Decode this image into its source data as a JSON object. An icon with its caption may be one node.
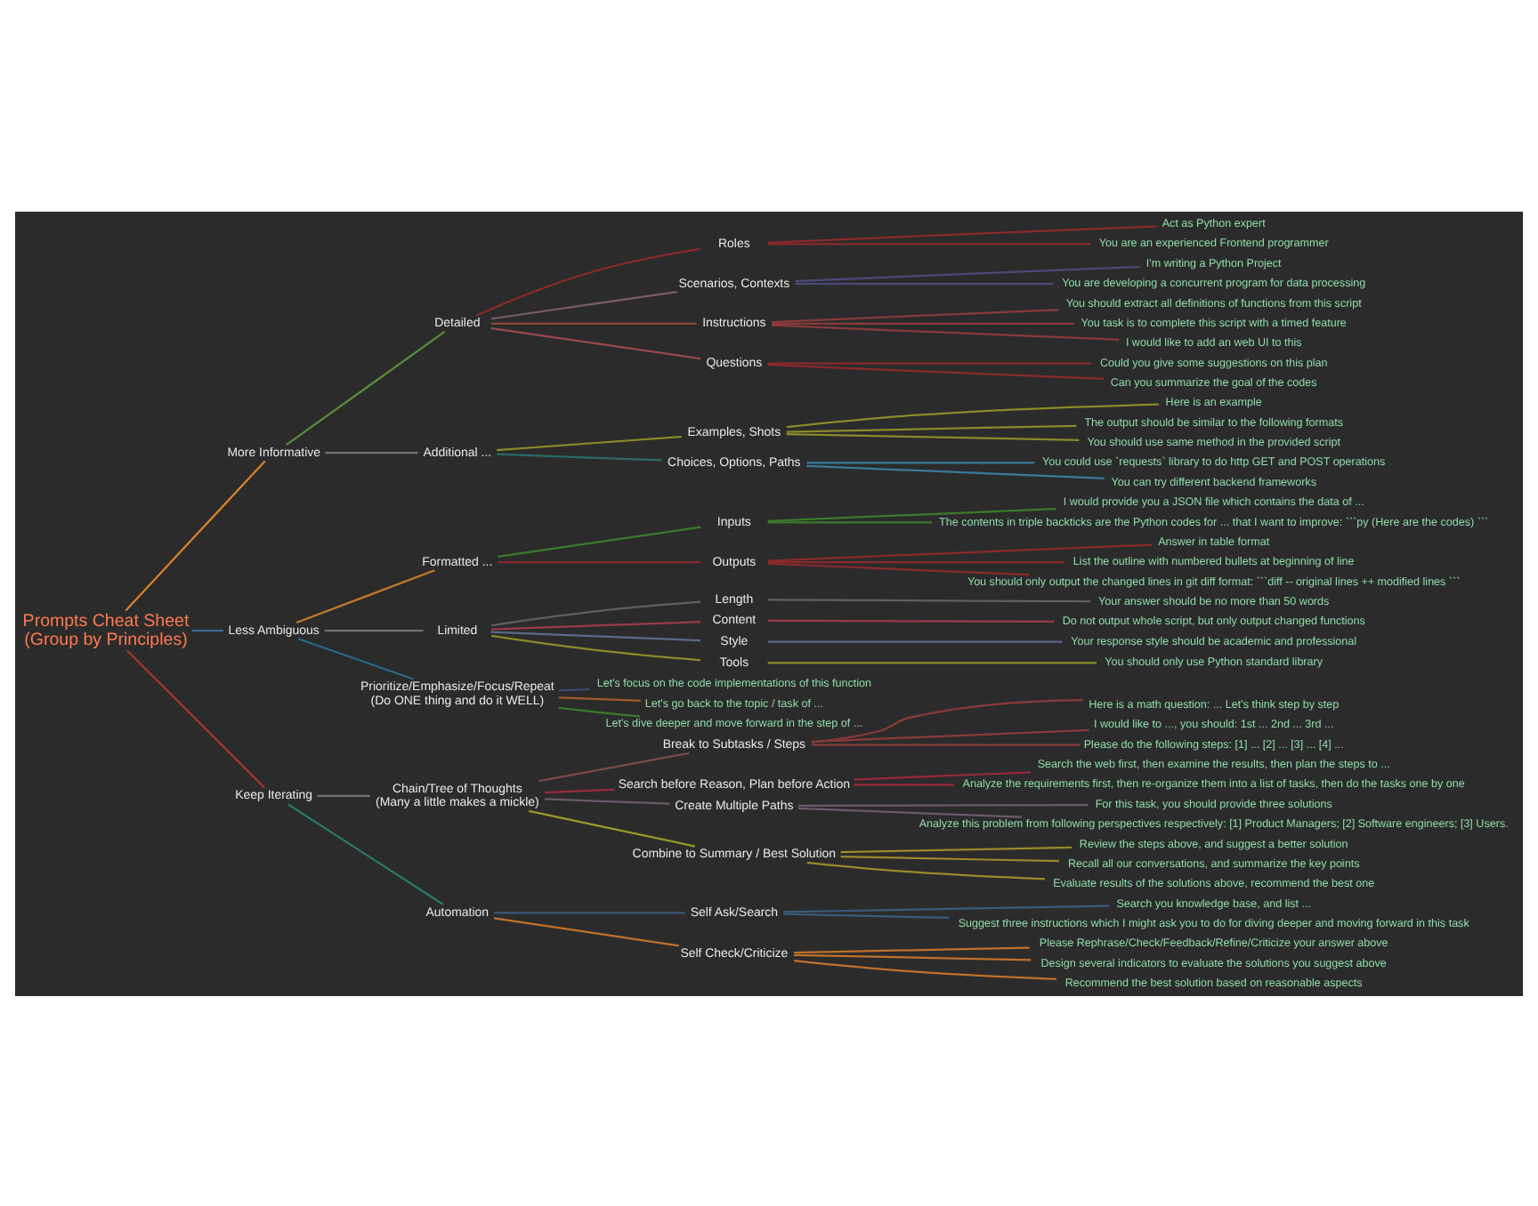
{
  "diagram": {
    "nodes": [
      {
        "text": [
          "Prompts Cheat Sheet",
          "(Group by Principles)"
        ]
      },
      {
        "text": [
          "More Informative"
        ]
      },
      {
        "text": [
          "Detailed"
        ]
      },
      {
        "text": [
          "Roles"
        ]
      },
      {
        "text": [
          "Act as Python expert"
        ]
      },
      {
        "text": [
          "You are an experienced Frontend programmer"
        ]
      },
      {
        "text": [
          "Scenarios, Contexts"
        ]
      },
      {
        "text": [
          "I'm writing a Python Project"
        ]
      },
      {
        "text": [
          "You are developing a concurrent program for data processing"
        ]
      },
      {
        "text": [
          "Instructions"
        ]
      },
      {
        "text": [
          "You should extract all definitions of functions from this script"
        ]
      },
      {
        "text": [
          "You task is to complete this script with a timed feature"
        ]
      },
      {
        "text": [
          "I would like to add an web UI to this"
        ]
      },
      {
        "text": [
          "Questions"
        ]
      },
      {
        "text": [
          "Could you give some suggestions on this plan"
        ]
      },
      {
        "text": [
          "Can you summarize the goal of the codes"
        ]
      },
      {
        "text": [
          "Additional ..."
        ]
      },
      {
        "text": [
          "Examples, Shots"
        ]
      },
      {
        "text": [
          "Here is an example"
        ]
      },
      {
        "text": [
          "The output should be similar to the following formats"
        ]
      },
      {
        "text": [
          "You should use same method in the provided script"
        ]
      },
      {
        "text": [
          "Choices, Options, Paths"
        ]
      },
      {
        "text": [
          "You could use `requests` library to do http GET and POST operations"
        ]
      },
      {
        "text": [
          "You can try different backend frameworks"
        ]
      },
      {
        "text": [
          "Less Ambiguous"
        ]
      },
      {
        "text": [
          "Formatted ..."
        ]
      },
      {
        "text": [
          "Inputs"
        ]
      },
      {
        "text": [
          "I would provide you a JSON file which contains the data of ..."
        ]
      },
      {
        "text": [
          "The contents in triple backticks are the Python codes for ... that I want to improve: ```py (Here are the codes) ```"
        ]
      },
      {
        "text": [
          "Outputs"
        ]
      },
      {
        "text": [
          "Answer in table format"
        ]
      },
      {
        "text": [
          "List the outline with numbered bullets at beginning of line"
        ]
      },
      {
        "text": [
          "You should only output the changed lines in git diff format: ```diff -- original lines ++ modified lines ```"
        ]
      },
      {
        "text": [
          "Limited"
        ]
      },
      {
        "text": [
          "Length"
        ]
      },
      {
        "text": [
          "Your answer should be no more than 50 words"
        ]
      },
      {
        "text": [
          "Content"
        ]
      },
      {
        "text": [
          "Do not output whole script, but only output changed functions"
        ]
      },
      {
        "text": [
          "Style"
        ]
      },
      {
        "text": [
          "Your response style should be academic and professional"
        ]
      },
      {
        "text": [
          "Tools"
        ]
      },
      {
        "text": [
          "You should only use Python standard library"
        ]
      },
      {
        "text": [
          "Prioritize/Emphasize/Focus/Repeat",
          "(Do ONE thing and do it WELL)"
        ]
      },
      {
        "text": [
          "Let's focus on the code implementations of this function"
        ]
      },
      {
        "text": [
          "Let's go back to the topic / task of ..."
        ]
      },
      {
        "text": [
          "Let's dive deeper and move forward in the step of ..."
        ]
      },
      {
        "text": [
          "Keep Iterating"
        ]
      },
      {
        "text": [
          "Chain/Tree of Thoughts",
          "(Many a little makes a mickle)"
        ]
      },
      {
        "text": [
          "Break to Subtasks / Steps"
        ]
      },
      {
        "text": [
          "Here is a math question: ... Let's think step by step"
        ]
      },
      {
        "text": [
          "I would like to ..., you should: 1st ... 2nd ... 3rd ..."
        ]
      },
      {
        "text": [
          "Please do the following steps: [1] ... [2] ... [3] ... [4] ..."
        ]
      },
      {
        "text": [
          "Search before Reason, Plan before Action"
        ]
      },
      {
        "text": [
          "Search the web first, then examine the results, then plan the steps to ..."
        ]
      },
      {
        "text": [
          "Analyze the requirements first, then re-organize them into a list of tasks, then do the tasks one by one"
        ]
      },
      {
        "text": [
          "Create Multiple Paths"
        ]
      },
      {
        "text": [
          "For this task, you should provide three solutions"
        ]
      },
      {
        "text": [
          "Analyze this problem from following perspectives respectively: [1] Product Managers; [2] Software engineers; [3] Users."
        ]
      },
      {
        "text": [
          "Combine to Summary / Best Solution"
        ]
      },
      {
        "text": [
          "Review the steps above, and suggest a better solution"
        ]
      },
      {
        "text": [
          "Recall all our conversations, and summarize the key points"
        ]
      },
      {
        "text": [
          "Evaluate results of the solutions above, recommend the best one"
        ]
      },
      {
        "text": [
          "Automation"
        ]
      },
      {
        "text": [
          "Self Ask/Search"
        ]
      },
      {
        "text": [
          "Search you knowledge base, and list ..."
        ]
      },
      {
        "text": [
          "Suggest three instructions which I might ask you to do for diving deeper and moving forward in this task"
        ]
      },
      {
        "text": [
          "Self Check/Criticize"
        ]
      },
      {
        "text": [
          "Please Rephrase/Check/Feedback/Refine/Criticize your answer above"
        ]
      },
      {
        "text": [
          "Design several indicators to evaluate the solutions you suggest above"
        ]
      },
      {
        "text": [
          "Recommend the best solution based on reasonable aspects"
        ]
      }
    ],
    "edges": [
      {
        "from": 0,
        "to": 1,
        "arrow": "none",
        "color": "#d9822b"
      },
      {
        "from": 1,
        "to": 2,
        "arrow": "none",
        "color": "#5a8a3a"
      },
      {
        "from": 2,
        "to": 3,
        "arrow": "none",
        "color": "#8a2a2a"
      },
      {
        "from": 3,
        "to": 4,
        "arrow": "none",
        "color": "#8a2a2a"
      },
      {
        "from": 3,
        "to": 5,
        "arrow": "none",
        "color": "#8a2a2a"
      },
      {
        "from": 2,
        "to": 6,
        "arrow": "none",
        "color": "#7a5a6a"
      },
      {
        "from": 6,
        "to": 7,
        "arrow": "none",
        "color": "#4a4a7a"
      },
      {
        "from": 6,
        "to": 8,
        "arrow": "none",
        "color": "#4a4a7a"
      },
      {
        "from": 2,
        "to": 9,
        "arrow": "none",
        "color": "#8a4a3a"
      },
      {
        "from": 9,
        "to": 10,
        "arrow": "none",
        "color": "#8a3a3a"
      },
      {
        "from": 9,
        "to": 11,
        "arrow": "none",
        "color": "#8a3a3a"
      },
      {
        "from": 9,
        "to": 12,
        "arrow": "none",
        "color": "#8a3a3a"
      },
      {
        "from": 2,
        "to": 13,
        "arrow": "none",
        "color": "#9a4a4a"
      },
      {
        "from": 13,
        "to": 14,
        "arrow": "none",
        "color": "#8a2a2a"
      },
      {
        "from": 13,
        "to": 15,
        "arrow": "none",
        "color": "#8a2a2a"
      },
      {
        "from": 1,
        "to": 16,
        "arrow": "none",
        "color": "#707070"
      },
      {
        "from": 16,
        "to": 17,
        "arrow": "none",
        "color": "#8a8a2a"
      },
      {
        "from": 17,
        "to": 18,
        "arrow": "none",
        "color": "#8a8a2a"
      },
      {
        "from": 17,
        "to": 19,
        "arrow": "none",
        "color": "#8a8a2a"
      },
      {
        "from": 17,
        "to": 20,
        "arrow": "none",
        "color": "#8a8a2a"
      },
      {
        "from": 16,
        "to": 21,
        "arrow": "none",
        "color": "#2a6a6a"
      },
      {
        "from": 21,
        "to": 22,
        "arrow": "none",
        "color": "#3a7a9a"
      },
      {
        "from": 21,
        "to": 23,
        "arrow": "none",
        "color": "#3a7a9a"
      },
      {
        "from": 0,
        "to": 24,
        "arrow": "none",
        "color": "#3a6a9a"
      },
      {
        "from": 24,
        "to": 25,
        "arrow": "none",
        "color": "#c07a2a"
      },
      {
        "from": 25,
        "to": 26,
        "arrow": "none",
        "color": "#3a7a2a"
      },
      {
        "from": 26,
        "to": 27,
        "arrow": "none",
        "color": "#3a7a2a"
      },
      {
        "from": 26,
        "to": 28,
        "arrow": "none",
        "color": "#3a7a2a"
      },
      {
        "from": 25,
        "to": 29,
        "arrow": "none",
        "color": "#8a2a2a"
      },
      {
        "from": 29,
        "to": 30,
        "arrow": "none",
        "color": "#8a2a2a"
      },
      {
        "from": 29,
        "to": 31,
        "arrow": "none",
        "color": "#8a2a2a"
      },
      {
        "from": 29,
        "to": 32,
        "arrow": "none",
        "color": "#8a2a2a"
      },
      {
        "from": 24,
        "to": 33,
        "arrow": "none",
        "color": "#707070"
      },
      {
        "from": 33,
        "to": 34,
        "arrow": "none",
        "color": "#606060"
      },
      {
        "from": 34,
        "to": 35,
        "arrow": "none",
        "color": "#606060"
      },
      {
        "from": 33,
        "to": 36,
        "arrow": "none",
        "color": "#9a3a4a"
      },
      {
        "from": 36,
        "to": 37,
        "arrow": "none",
        "color": "#9a3a4a"
      },
      {
        "from": 33,
        "to": 38,
        "arrow": "none",
        "color": "#5a6a8a"
      },
      {
        "from": 38,
        "to": 39,
        "arrow": "none",
        "color": "#5a6a8a"
      },
      {
        "from": 33,
        "to": 40,
        "arrow": "none",
        "color": "#8a8a2a"
      },
      {
        "from": 40,
        "to": 41,
        "arrow": "none",
        "color": "#8a8a2a"
      },
      {
        "from": 24,
        "to": 42,
        "arrow": "none",
        "color": "#2a6a8a"
      },
      {
        "from": 42,
        "to": 43,
        "arrow": "none",
        "color": "#3a4a7a"
      },
      {
        "from": 42,
        "to": 44,
        "arrow": "none",
        "color": "#a05a2a"
      },
      {
        "from": 42,
        "to": 45,
        "arrow": "none",
        "color": "#3a7a2a"
      },
      {
        "from": 0,
        "to": 46,
        "arrow": "none",
        "color": "#a33a2a"
      },
      {
        "from": 46,
        "to": 47,
        "arrow": "none",
        "color": "#707070"
      },
      {
        "from": 47,
        "to": 48,
        "arrow": "none",
        "color": "#7a4a4a"
      },
      {
        "from": 48,
        "to": 49,
        "arrow": "none",
        "color": "#8a3a3a"
      },
      {
        "from": 48,
        "to": 50,
        "arrow": "none",
        "color": "#8a3a3a"
      },
      {
        "from": 48,
        "to": 51,
        "arrow": "none",
        "color": "#8a3a3a"
      },
      {
        "from": 47,
        "to": 52,
        "arrow": "none",
        "color": "#9a2a3a"
      },
      {
        "from": 52,
        "to": 53,
        "arrow": "none",
        "color": "#9a2a3a"
      },
      {
        "from": 52,
        "to": 54,
        "arrow": "none",
        "color": "#9a2a3a"
      },
      {
        "from": 47,
        "to": 55,
        "arrow": "none",
        "color": "#6a5a6a"
      },
      {
        "from": 55,
        "to": 56,
        "arrow": "none",
        "color": "#6a5a6a"
      },
      {
        "from": 55,
        "to": 57,
        "arrow": "none",
        "color": "#6a5a6a"
      },
      {
        "from": 47,
        "to": 58,
        "arrow": "none",
        "color": "#9a9a2a"
      },
      {
        "from": 58,
        "to": 59,
        "arrow": "none",
        "color": "#9a8a2a"
      },
      {
        "from": 58,
        "to": 60,
        "arrow": "none",
        "color": "#9a8a2a"
      },
      {
        "from": 58,
        "to": 61,
        "arrow": "none",
        "color": "#9a8a2a"
      },
      {
        "from": 46,
        "to": 62,
        "arrow": "none",
        "color": "#2a7a6a"
      },
      {
        "from": 62,
        "to": 63,
        "arrow": "none",
        "color": "#3a5a7a"
      },
      {
        "from": 63,
        "to": 64,
        "arrow": "none",
        "color": "#3a5a7a"
      },
      {
        "from": 63,
        "to": 65,
        "arrow": "none",
        "color": "#3a5a7a"
      },
      {
        "from": 62,
        "to": 66,
        "arrow": "none",
        "color": "#c0702a"
      },
      {
        "from": 66,
        "to": 67,
        "arrow": "none",
        "color": "#c0702a"
      },
      {
        "from": 66,
        "to": 68,
        "arrow": "none",
        "color": "#c0702a"
      },
      {
        "from": 66,
        "to": 69,
        "arrow": "none",
        "color": "#c0702a"
      }
    ]
  }
}
